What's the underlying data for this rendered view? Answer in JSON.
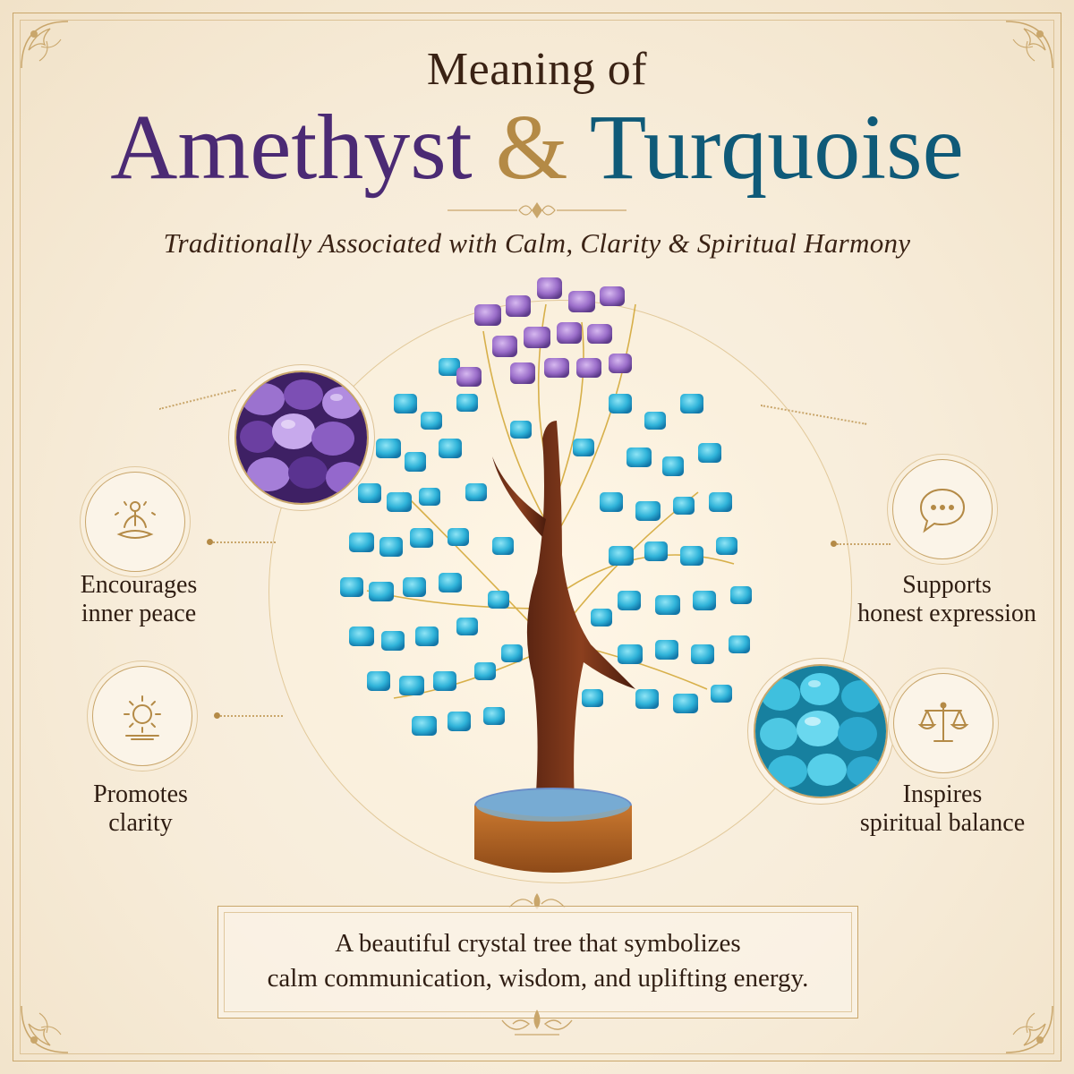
{
  "header": {
    "title_top": "Meaning of",
    "title_word1": "Amethyst",
    "title_amp": "&",
    "title_word2": "Turquoise",
    "subtitle": "Traditionally Associated with Calm, Clarity & Spiritual Harmony"
  },
  "features": {
    "inner_peace": {
      "line1": "Encourages",
      "line2": "inner peace",
      "icon": "meditation-icon"
    },
    "clarity": {
      "line1": "Promotes",
      "line2": "clarity",
      "icon": "sun-icon"
    },
    "expression": {
      "line1": "Supports",
      "line2": "honest expression",
      "icon": "speech-bubble-icon"
    },
    "balance": {
      "line1": "Inspires",
      "line2": "spiritual balance",
      "icon": "scales-icon"
    }
  },
  "caption": {
    "line1": "A beautiful crystal tree that symbolizes",
    "line2": "calm communication, wisdom, and uplifting energy."
  },
  "colors": {
    "background": "#f7ecd9",
    "gold": "#c9a66b",
    "amethyst": "#4b2a74",
    "turquoise": "#0f5a78",
    "text": "#2f1d12"
  }
}
